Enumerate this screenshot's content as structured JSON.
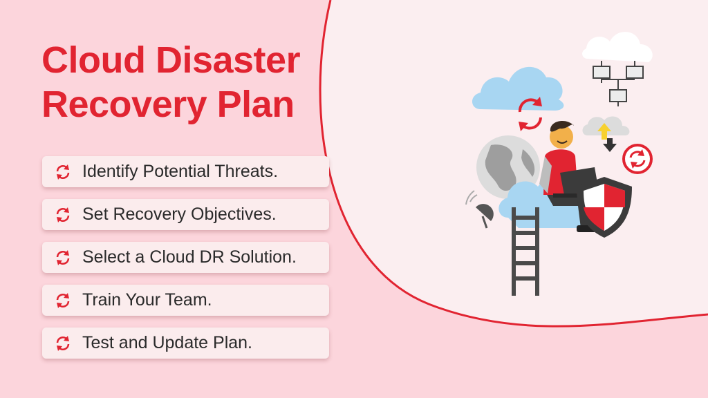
{
  "title": {
    "line1": "Cloud Disaster",
    "line2": "Recovery Plan"
  },
  "steps": [
    {
      "label": "Identify Potential Threats.",
      "icon": "sync-icon"
    },
    {
      "label": "Set Recovery Objectives.",
      "icon": "sync-icon"
    },
    {
      "label": "Select a Cloud DR Solution.",
      "icon": "sync-icon"
    },
    {
      "label": "Train Your Team.",
      "icon": "sync-icon"
    },
    {
      "label": "Test and Update Plan.",
      "icon": "sync-icon"
    }
  ],
  "colors": {
    "accent": "#e12431",
    "background": "#fcd5dc",
    "panel": "#fbeef0",
    "card": "#fbeced",
    "cloud_blue": "#a8d6f2"
  }
}
